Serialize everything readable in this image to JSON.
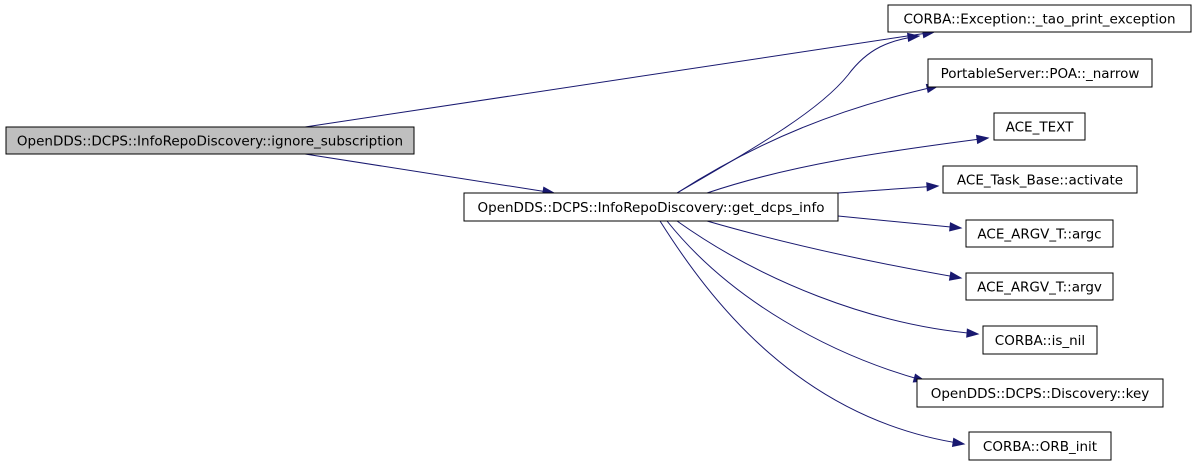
{
  "graph": {
    "edge_color": "#191970",
    "root_fill": "#bfbfbf",
    "node_fill": "#ffffff",
    "nodes": [
      {
        "id": "root",
        "label": "OpenDDS::DCPS::InfoRepoDiscovery::ignore_subscription"
      },
      {
        "id": "get_dcps_info",
        "label": "OpenDDS::DCPS::InfoRepoDiscovery::get_dcps_info"
      },
      {
        "id": "tao_print_exception",
        "label": "CORBA::Exception::_tao_print_exception"
      },
      {
        "id": "poa_narrow",
        "label": "PortableServer::POA::_narrow"
      },
      {
        "id": "ace_text",
        "label": "ACE_TEXT"
      },
      {
        "id": "task_activate",
        "label": "ACE_Task_Base::activate"
      },
      {
        "id": "argv_argc",
        "label": "ACE_ARGV_T::argc"
      },
      {
        "id": "argv_argv",
        "label": "ACE_ARGV_T::argv"
      },
      {
        "id": "is_nil",
        "label": "CORBA::is_nil"
      },
      {
        "id": "discovery_key",
        "label": "OpenDDS::DCPS::Discovery::key"
      },
      {
        "id": "orb_init",
        "label": "CORBA::ORB_init"
      }
    ],
    "edges": [
      {
        "from": "root",
        "to": "tao_print_exception"
      },
      {
        "from": "root",
        "to": "get_dcps_info"
      },
      {
        "from": "get_dcps_info",
        "to": "tao_print_exception"
      },
      {
        "from": "get_dcps_info",
        "to": "poa_narrow"
      },
      {
        "from": "get_dcps_info",
        "to": "ace_text"
      },
      {
        "from": "get_dcps_info",
        "to": "task_activate"
      },
      {
        "from": "get_dcps_info",
        "to": "argv_argc"
      },
      {
        "from": "get_dcps_info",
        "to": "argv_argv"
      },
      {
        "from": "get_dcps_info",
        "to": "is_nil"
      },
      {
        "from": "get_dcps_info",
        "to": "discovery_key"
      },
      {
        "from": "get_dcps_info",
        "to": "orb_init"
      }
    ]
  }
}
